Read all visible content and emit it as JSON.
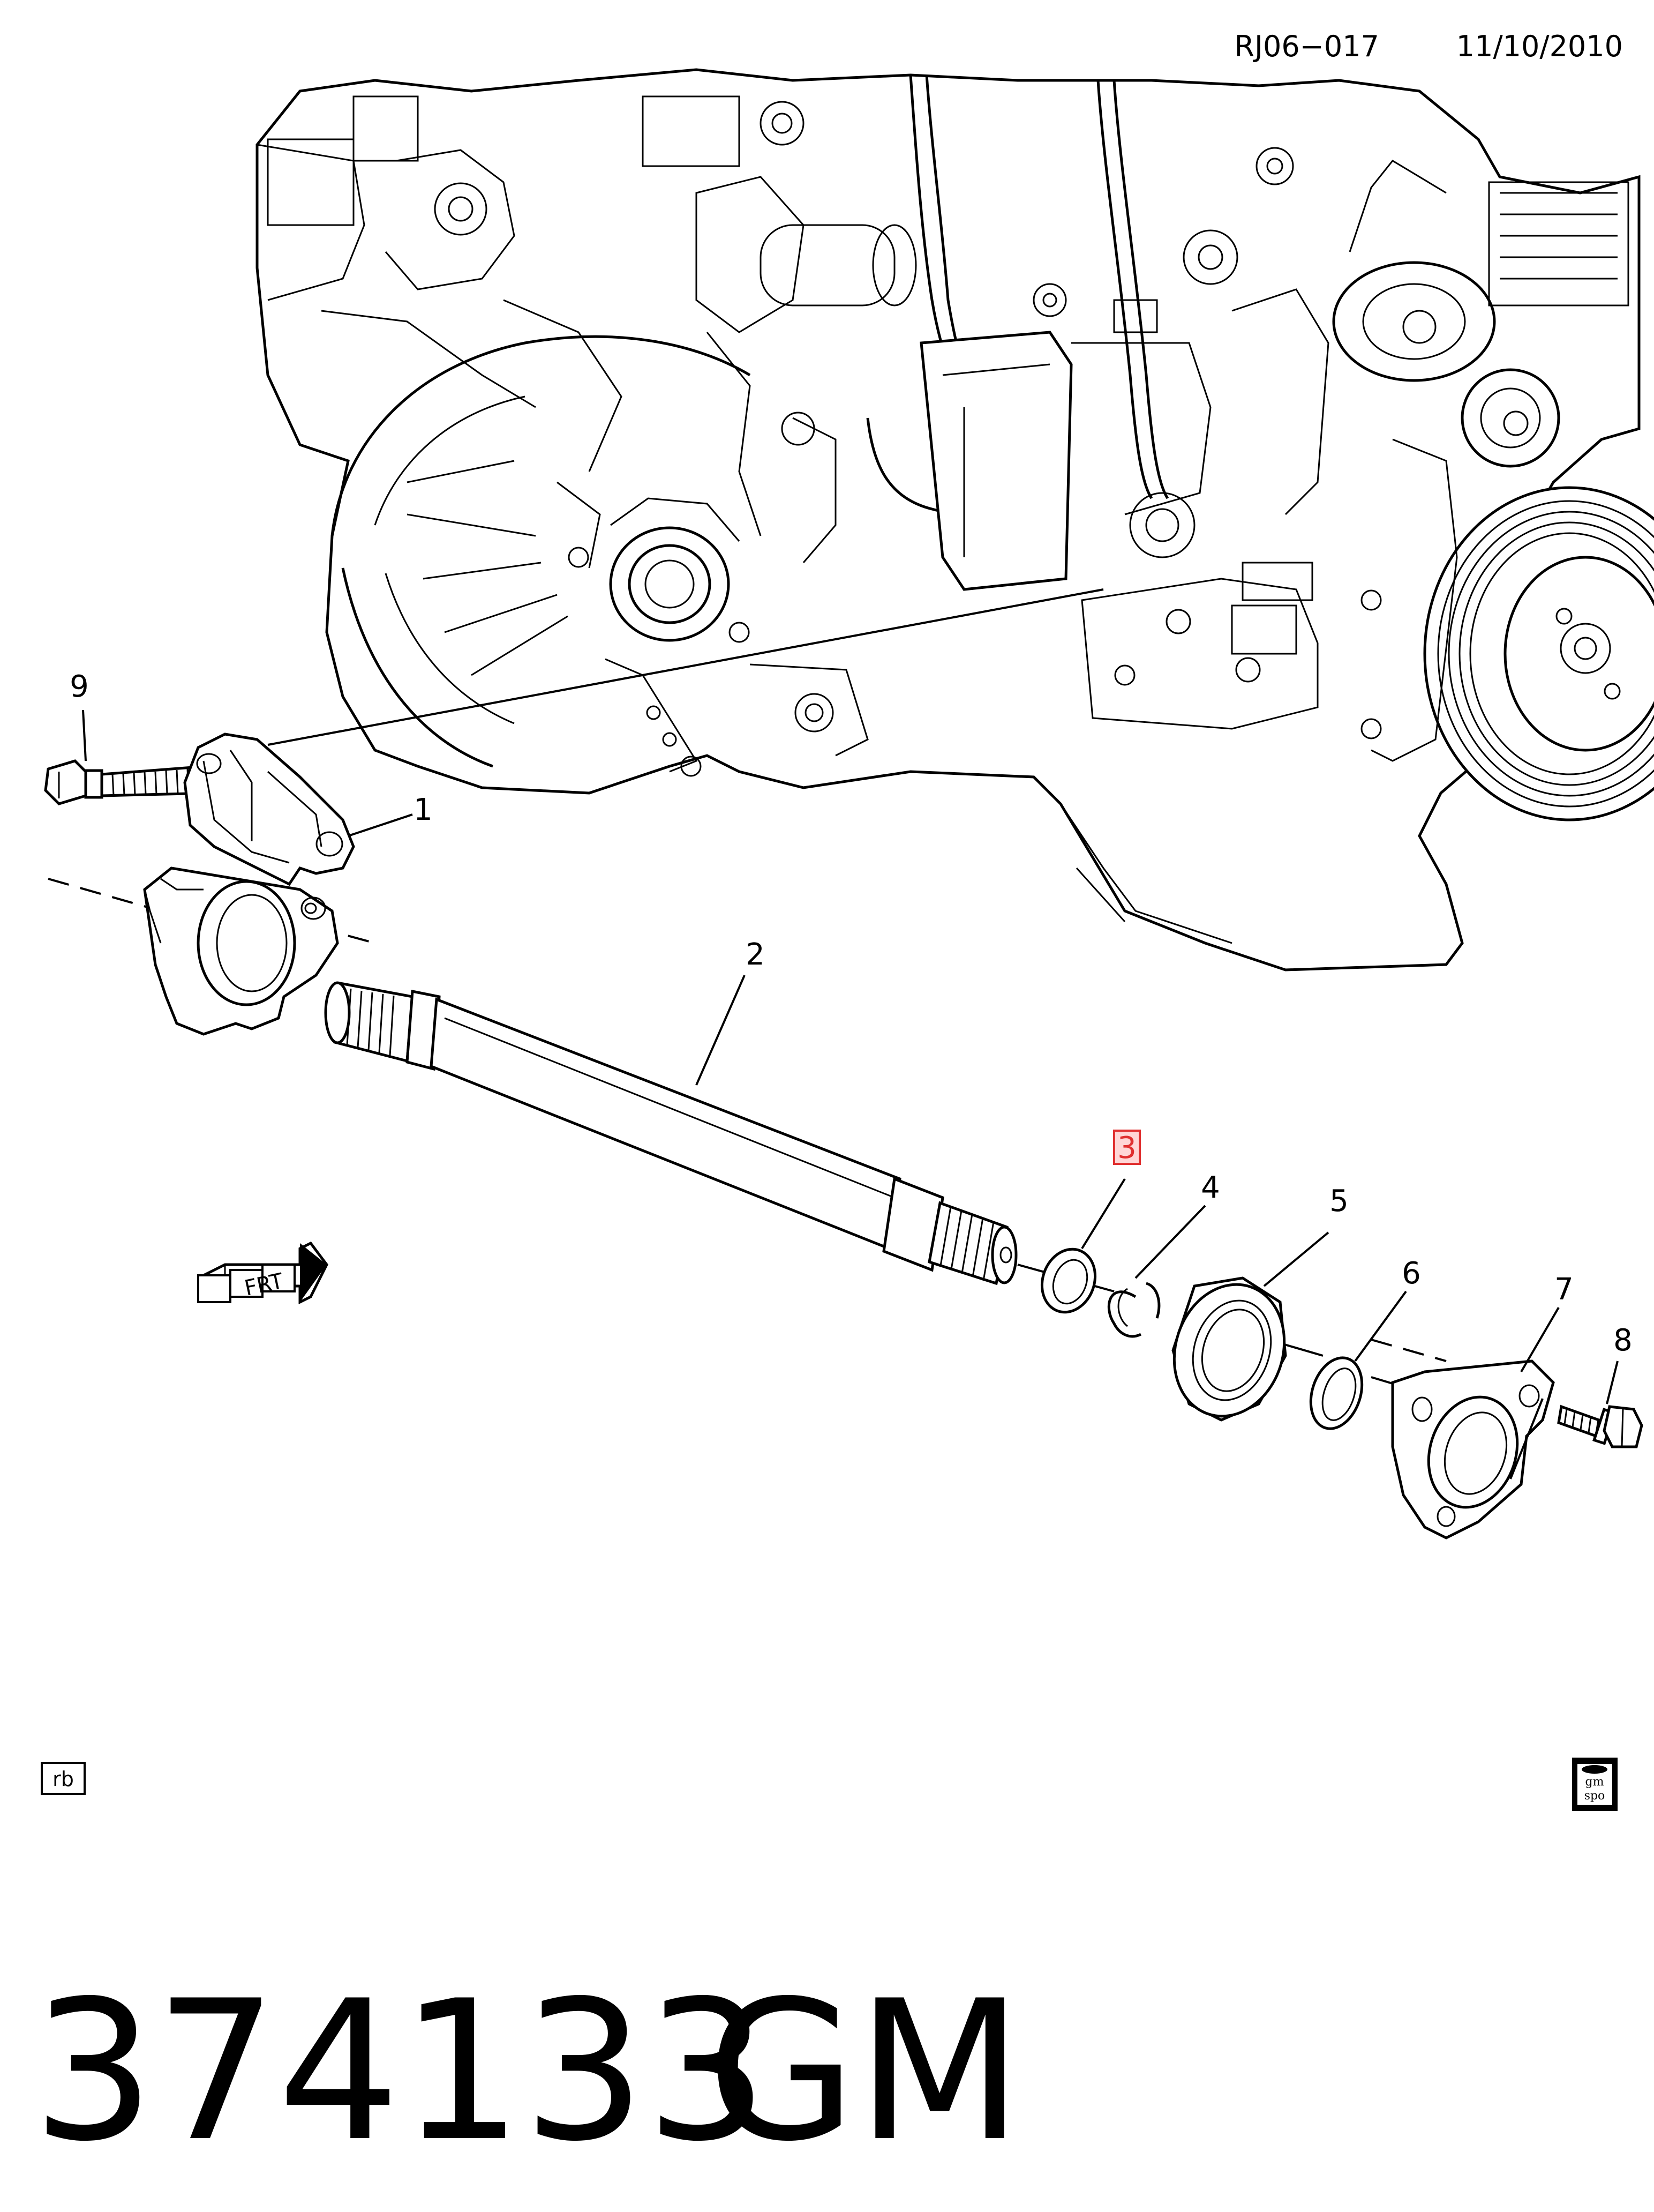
{
  "header": {
    "illustration_code": "RJ06−017",
    "date": "11/10/2010"
  },
  "callouts": [
    {
      "id": "1",
      "highlighted": false
    },
    {
      "id": "2",
      "highlighted": false
    },
    {
      "id": "3",
      "highlighted": true
    },
    {
      "id": "4",
      "highlighted": false
    },
    {
      "id": "5",
      "highlighted": false
    },
    {
      "id": "6",
      "highlighted": false
    },
    {
      "id": "7",
      "highlighted": false
    },
    {
      "id": "8",
      "highlighted": false
    },
    {
      "id": "9",
      "highlighted": false
    }
  ],
  "highlight_color": "#e03030",
  "direction_indicator": {
    "label": "FRT",
    "icon": "front-arrow-icon"
  },
  "footer": {
    "left_badge": "rb",
    "right_logo": {
      "icon": "gm-spo-logo-icon",
      "text_top": "gm",
      "text_bottom": "spo"
    },
    "part_number": "374133",
    "brand": "GM"
  }
}
